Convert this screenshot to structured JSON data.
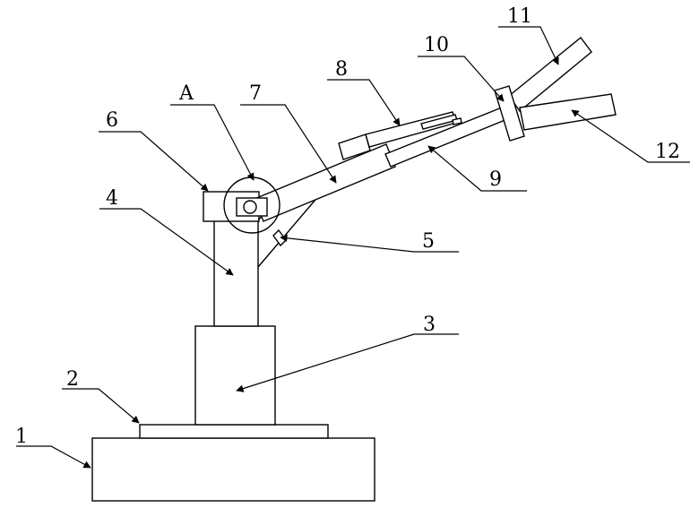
{
  "diagram": {
    "labels": {
      "l1": "1",
      "l2": "2",
      "l3": "3",
      "l4": "4",
      "l5": "5",
      "l6": "6",
      "l7": "7",
      "l8": "8",
      "l9": "9",
      "l10": "10",
      "l11": "11",
      "l12": "12",
      "lA": "A"
    }
  }
}
